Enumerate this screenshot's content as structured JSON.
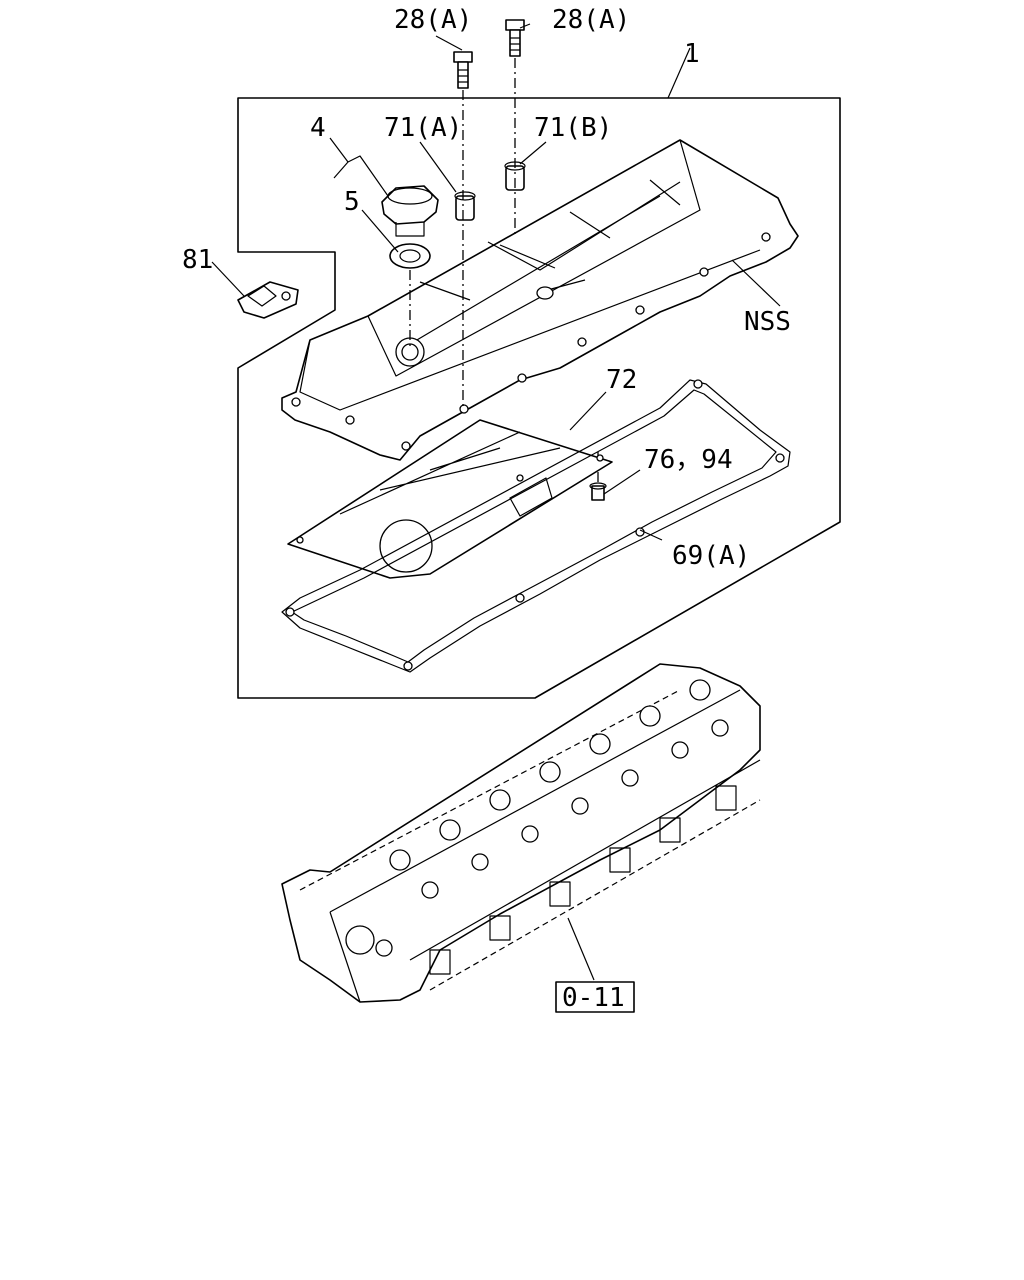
{
  "labels": {
    "bolt_a_left": "28(A)",
    "bolt_a_right": "28(A)",
    "assembly": "1",
    "cap": "4",
    "seal": "5",
    "grommet_a": "71(A)",
    "grommet_b": "71(B)",
    "clip": "81",
    "nss": "NSS",
    "baffle": "72",
    "fasteners": "76，94",
    "gasket": "69(A)",
    "reference": "0-11"
  }
}
